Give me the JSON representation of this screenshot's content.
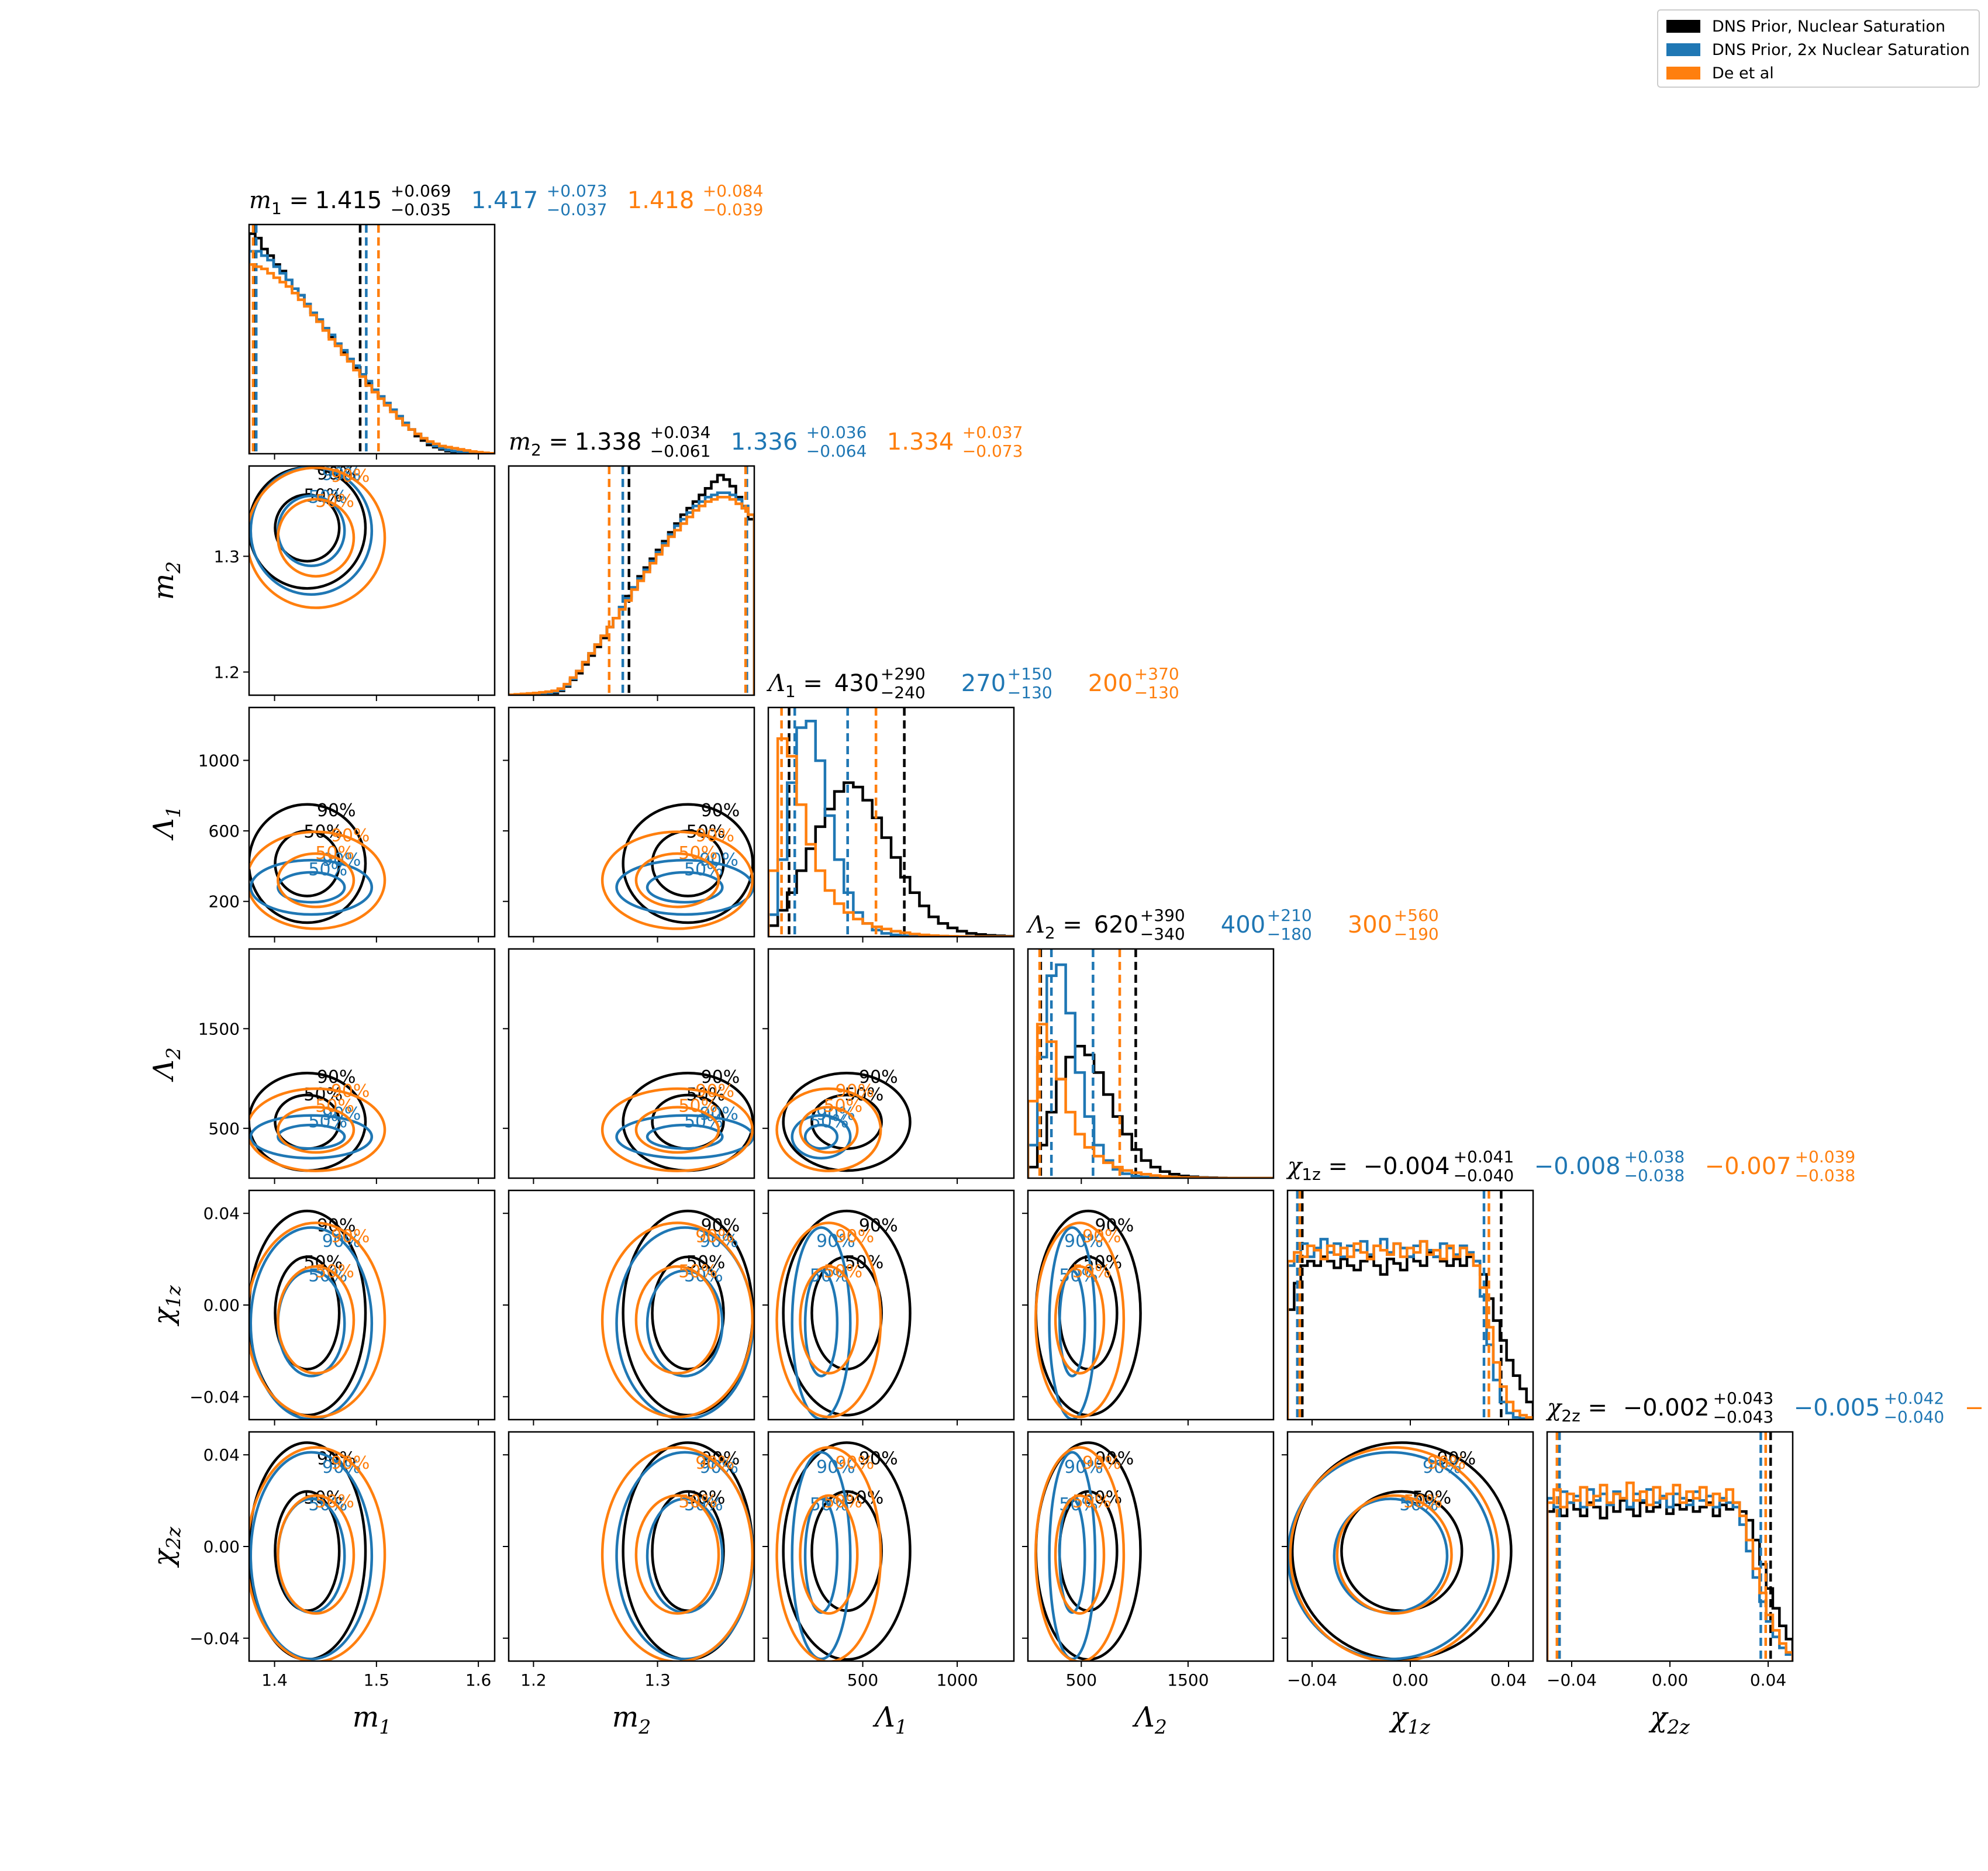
{
  "chart_data": {
    "type": "corner",
    "parameters": [
      {
        "key": "m1",
        "label": "m",
        "sub": "1",
        "ticks": [
          1.4,
          1.5,
          1.6
        ],
        "range": [
          1.375,
          1.616
        ],
        "titles": [
          {
            "val": "1.415",
            "up": "+0.069",
            "dn": "−0.035"
          },
          {
            "val": "1.417",
            "up": "+0.073",
            "dn": "−0.037"
          },
          {
            "val": "1.418",
            "up": "+0.084",
            "dn": "−0.039"
          }
        ],
        "hist": [
          [
            1.0,
            0.98,
            0.93,
            0.9,
            0.86,
            0.83,
            0.79,
            0.75,
            0.72,
            0.68,
            0.64,
            0.6,
            0.57,
            0.53,
            0.5,
            0.46,
            0.43,
            0.39,
            0.36,
            0.32,
            0.29,
            0.26,
            0.23,
            0.2,
            0.17,
            0.14,
            0.11,
            0.08,
            0.06,
            0.04,
            0.03,
            0.02,
            0.012,
            0.008,
            0.005,
            0.003,
            0.002,
            0.001,
            0,
            0
          ],
          [
            0.92,
            0.92,
            0.9,
            0.88,
            0.85,
            0.82,
            0.79,
            0.75,
            0.72,
            0.68,
            0.64,
            0.61,
            0.57,
            0.54,
            0.5,
            0.47,
            0.43,
            0.4,
            0.36,
            0.33,
            0.29,
            0.26,
            0.23,
            0.2,
            0.17,
            0.14,
            0.11,
            0.09,
            0.07,
            0.05,
            0.035,
            0.025,
            0.017,
            0.012,
            0.008,
            0.005,
            0.003,
            0.002,
            0.001,
            0
          ],
          [
            0.86,
            0.85,
            0.84,
            0.82,
            0.8,
            0.78,
            0.76,
            0.73,
            0.7,
            0.67,
            0.63,
            0.6,
            0.56,
            0.52,
            0.49,
            0.45,
            0.42,
            0.38,
            0.35,
            0.31,
            0.28,
            0.25,
            0.22,
            0.19,
            0.16,
            0.13,
            0.11,
            0.09,
            0.07,
            0.055,
            0.045,
            0.035,
            0.03,
            0.025,
            0.02,
            0.015,
            0.01,
            0.007,
            0.004,
            0.002
          ]
        ]
      },
      {
        "key": "m2",
        "label": "m",
        "sub": "2",
        "ticks": [
          1.2,
          1.3
        ],
        "range": [
          1.18,
          1.378
        ],
        "titles": [
          {
            "val": "1.338",
            "up": "+0.034",
            "dn": "−0.061"
          },
          {
            "val": "1.336",
            "up": "+0.036",
            "dn": "−0.064"
          },
          {
            "val": "1.334",
            "up": "+0.037",
            "dn": "−0.073"
          }
        ],
        "hist": [
          [
            0,
            0,
            0,
            0.001,
            0.002,
            0.004,
            0.006,
            0.01,
            0.02,
            0.04,
            0.07,
            0.1,
            0.14,
            0.18,
            0.22,
            0.26,
            0.31,
            0.35,
            0.4,
            0.45,
            0.49,
            0.54,
            0.58,
            0.62,
            0.66,
            0.7,
            0.74,
            0.78,
            0.82,
            0.85,
            0.88,
            0.91,
            0.94,
            0.97,
            1.0,
            0.98,
            0.95,
            0.9,
            0.85,
            0.8
          ],
          [
            0,
            0,
            0.001,
            0.002,
            0.004,
            0.006,
            0.01,
            0.015,
            0.025,
            0.045,
            0.075,
            0.11,
            0.15,
            0.19,
            0.23,
            0.27,
            0.31,
            0.35,
            0.4,
            0.44,
            0.49,
            0.53,
            0.57,
            0.61,
            0.65,
            0.69,
            0.73,
            0.77,
            0.8,
            0.83,
            0.86,
            0.88,
            0.9,
            0.91,
            0.92,
            0.92,
            0.91,
            0.89,
            0.86,
            0.82
          ],
          [
            0.002,
            0.004,
            0.006,
            0.008,
            0.01,
            0.013,
            0.016,
            0.02,
            0.03,
            0.05,
            0.08,
            0.11,
            0.15,
            0.19,
            0.23,
            0.27,
            0.31,
            0.35,
            0.39,
            0.43,
            0.48,
            0.52,
            0.56,
            0.6,
            0.64,
            0.68,
            0.72,
            0.75,
            0.78,
            0.81,
            0.84,
            0.86,
            0.88,
            0.89,
            0.9,
            0.9,
            0.89,
            0.87,
            0.85,
            0.82
          ]
        ]
      },
      {
        "key": "L1",
        "label": "Λ",
        "sub": "1",
        "ticks": [
          500,
          1000
        ],
        "range": [
          0,
          1300
        ],
        "yticks": [
          200,
          600,
          1000
        ],
        "titles": [
          {
            "val": "430",
            "up": "+290",
            "dn": "−240"
          },
          {
            "val": "270",
            "up": "+150",
            "dn": "−130"
          },
          {
            "val": "200",
            "up": "+370",
            "dn": "−130"
          }
        ],
        "hist": [
          [
            0.05,
            0.12,
            0.2,
            0.3,
            0.4,
            0.5,
            0.58,
            0.66,
            0.7,
            0.68,
            0.62,
            0.54,
            0.45,
            0.36,
            0.27,
            0.2,
            0.14,
            0.09,
            0.06,
            0.04,
            0.025,
            0.015,
            0.01,
            0.006,
            0.004,
            0.002
          ],
          [
            0.1,
            0.35,
            0.7,
            0.95,
            0.98,
            0.8,
            0.55,
            0.35,
            0.2,
            0.11,
            0.06,
            0.03,
            0.015,
            0.008,
            0.004,
            0.002,
            0.001,
            0,
            0,
            0,
            0,
            0,
            0,
            0,
            0,
            0
          ],
          [
            0.3,
            0.9,
            0.82,
            0.6,
            0.42,
            0.3,
            0.21,
            0.15,
            0.11,
            0.08,
            0.06,
            0.045,
            0.035,
            0.025,
            0.018,
            0.012,
            0.008,
            0.005,
            0.003,
            0.002,
            0.001,
            0,
            0,
            0,
            0,
            0
          ]
        ]
      },
      {
        "key": "L2",
        "label": "Λ",
        "sub": "2",
        "ticks": [
          500,
          1500
        ],
        "range": [
          0,
          2300
        ],
        "yticks": [
          500,
          1500
        ],
        "titles": [
          {
            "val": "620",
            "up": "+390",
            "dn": "−340"
          },
          {
            "val": "400",
            "up": "+210",
            "dn": "−180"
          },
          {
            "val": "300",
            "up": "+560",
            "dn": "−190"
          }
        ],
        "hist": [
          [
            0.05,
            0.15,
            0.3,
            0.45,
            0.55,
            0.6,
            0.56,
            0.48,
            0.38,
            0.28,
            0.2,
            0.13,
            0.08,
            0.05,
            0.03,
            0.018,
            0.01,
            0.006,
            0.003,
            0.002,
            0.001,
            0,
            0,
            0,
            0,
            0
          ],
          [
            0.15,
            0.55,
            0.92,
            0.97,
            0.75,
            0.48,
            0.28,
            0.15,
            0.08,
            0.04,
            0.02,
            0.01,
            0.005,
            0.002,
            0.001,
            0,
            0,
            0,
            0,
            0,
            0,
            0,
            0,
            0,
            0,
            0
          ],
          [
            0.35,
            0.7,
            0.62,
            0.45,
            0.3,
            0.2,
            0.14,
            0.1,
            0.07,
            0.05,
            0.035,
            0.025,
            0.018,
            0.012,
            0.008,
            0.005,
            0.003,
            0.002,
            0.001,
            0,
            0,
            0,
            0,
            0,
            0,
            0
          ]
        ]
      },
      {
        "key": "chi1z",
        "label": "χ",
        "sub": "1z",
        "ticks": [
          -0.04,
          0.0,
          0.04
        ],
        "range": [
          -0.05,
          0.05
        ],
        "tickfmt": 2,
        "titles": [
          {
            "val": "−0.004",
            "up": "+0.041",
            "dn": "−0.040"
          },
          {
            "val": "−0.008",
            "up": "+0.038",
            "dn": "−0.038"
          },
          {
            "val": "−0.007",
            "up": "+0.039",
            "dn": "−0.038"
          }
        ],
        "hist": [
          [
            0.5,
            0.62,
            0.7,
            0.72,
            0.7,
            0.74,
            0.72,
            0.69,
            0.73,
            0.7,
            0.68,
            0.72,
            0.74,
            0.7,
            0.66,
            0.73,
            0.71,
            0.68,
            0.74,
            0.72,
            0.7,
            0.76,
            0.74,
            0.72,
            0.7,
            0.73,
            0.7,
            0.74,
            0.72,
            0.66,
            0.55,
            0.45,
            0.36,
            0.27,
            0.2,
            0.14,
            0.08
          ],
          [
            0.7,
            0.76,
            0.8,
            0.74,
            0.78,
            0.82,
            0.76,
            0.8,
            0.74,
            0.79,
            0.77,
            0.81,
            0.75,
            0.79,
            0.82,
            0.76,
            0.8,
            0.78,
            0.74,
            0.79,
            0.81,
            0.77,
            0.74,
            0.8,
            0.78,
            0.75,
            0.79,
            0.76,
            0.72,
            0.56,
            0.34,
            0.18,
            0.08,
            0.03,
            0.01,
            0.005,
            0
          ],
          [
            0.72,
            0.76,
            0.74,
            0.79,
            0.77,
            0.73,
            0.79,
            0.75,
            0.78,
            0.74,
            0.8,
            0.76,
            0.73,
            0.79,
            0.77,
            0.75,
            0.8,
            0.74,
            0.78,
            0.76,
            0.81,
            0.75,
            0.77,
            0.73,
            0.79,
            0.74,
            0.78,
            0.75,
            0.7,
            0.6,
            0.42,
            0.26,
            0.15,
            0.08,
            0.04,
            0.02,
            0.01
          ]
        ]
      },
      {
        "key": "chi2z",
        "label": "χ",
        "sub": "2z",
        "ticks": [
          -0.04,
          0.0,
          0.04
        ],
        "range": [
          -0.05,
          0.05
        ],
        "tickfmt": 2,
        "titles": [
          {
            "val": "−0.002",
            "up": "+0.043",
            "dn": "−0.043"
          },
          {
            "val": "−0.005",
            "up": "+0.042",
            "dn": "−0.040"
          },
          {
            "val": "−",
            "up": "",
            "dn": ""
          }
        ],
        "hist": [
          [
            0.68,
            0.7,
            0.66,
            0.72,
            0.69,
            0.66,
            0.72,
            0.7,
            0.65,
            0.71,
            0.68,
            0.73,
            0.69,
            0.66,
            0.72,
            0.68,
            0.7,
            0.74,
            0.67,
            0.71,
            0.69,
            0.73,
            0.68,
            0.7,
            0.72,
            0.66,
            0.71,
            0.69,
            0.72,
            0.68,
            0.64,
            0.55,
            0.44,
            0.33,
            0.24,
            0.16,
            0.1
          ],
          [
            0.74,
            0.7,
            0.77,
            0.72,
            0.75,
            0.7,
            0.78,
            0.73,
            0.76,
            0.71,
            0.77,
            0.74,
            0.7,
            0.76,
            0.73,
            0.78,
            0.72,
            0.75,
            0.7,
            0.76,
            0.74,
            0.71,
            0.77,
            0.73,
            0.75,
            0.7,
            0.74,
            0.72,
            0.7,
            0.62,
            0.5,
            0.38,
            0.27,
            0.18,
            0.11,
            0.06,
            0.03
          ],
          [
            0.72,
            0.78,
            0.7,
            0.76,
            0.73,
            0.79,
            0.71,
            0.75,
            0.8,
            0.72,
            0.76,
            0.74,
            0.81,
            0.73,
            0.77,
            0.71,
            0.79,
            0.74,
            0.76,
            0.8,
            0.72,
            0.77,
            0.74,
            0.79,
            0.71,
            0.76,
            0.73,
            0.78,
            0.72,
            0.66,
            0.55,
            0.42,
            0.31,
            0.21,
            0.14,
            0.08,
            0.04
          ]
        ]
      }
    ],
    "quantiles": [
      [
        [
          1.38,
          1.484
        ],
        [
          1.382,
          1.49
        ],
        [
          1.379,
          1.502
        ]
      ],
      [
        [
          1.277,
          1.372
        ],
        [
          1.272,
          1.372
        ],
        [
          1.261,
          1.371
        ]
      ],
      [
        [
          110,
          720
        ],
        [
          140,
          420
        ],
        [
          70,
          570
        ]
      ],
      [
        [
          120,
          1010
        ],
        [
          220,
          610
        ],
        [
          110,
          860
        ]
      ],
      [
        [
          -0.044,
          0.037
        ],
        [
          -0.046,
          0.03
        ],
        [
          -0.045,
          0.032
        ]
      ],
      [
        [
          -0.045,
          0.041
        ],
        [
          -0.045,
          0.037
        ],
        [
          -0.046,
          0.039
        ]
      ]
    ],
    "levels": [
      "50%",
      "90%"
    ],
    "series": [
      {
        "name": "DNS Prior, Nuclear Saturation",
        "color": "#000000"
      },
      {
        "name": "DNS Prior, 2x Nuclear Saturation",
        "color": "#1f77b4"
      },
      {
        "name": "De et al",
        "color": "#ff7f0e"
      }
    ],
    "legend_position": "top-right",
    "grid": false
  }
}
